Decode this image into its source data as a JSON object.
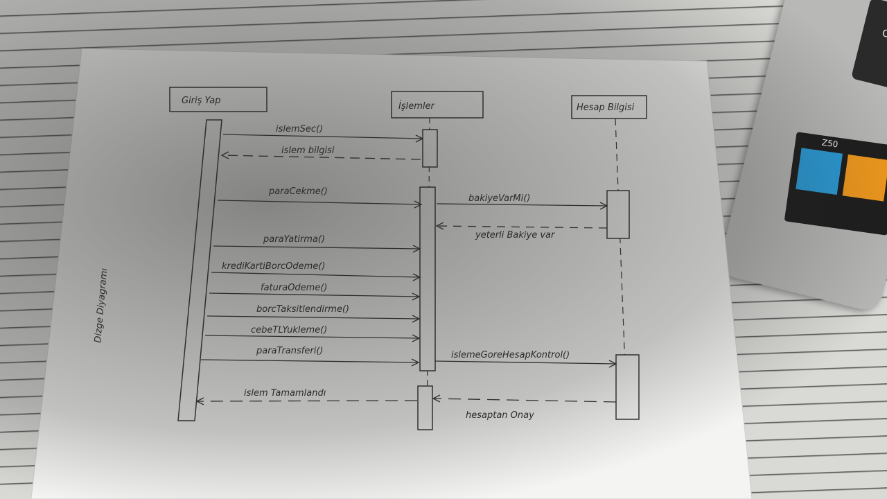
{
  "diagram": {
    "side_title": "Dizge Diyagramı",
    "lifelines": [
      {
        "id": "giris",
        "label": "Giriş Yap"
      },
      {
        "id": "islemler",
        "label": "İşlemler"
      },
      {
        "id": "hesap",
        "label": "Hesap Bilgisi"
      }
    ],
    "messages": [
      {
        "from": "giris",
        "to": "islemler",
        "label": "islemSec()",
        "style": "solid"
      },
      {
        "from": "islemler",
        "to": "giris",
        "label": "islem bilgisi",
        "style": "dashed"
      },
      {
        "from": "giris",
        "to": "islemler",
        "label": "paraCekme()",
        "style": "solid"
      },
      {
        "from": "islemler",
        "to": "hesap",
        "label": "bakiyeVarMi()",
        "style": "solid"
      },
      {
        "from": "hesap",
        "to": "islemler",
        "label": "yeterli Bakiye var",
        "style": "dashed"
      },
      {
        "from": "giris",
        "to": "islemler",
        "label": "paraYatirma()",
        "style": "solid"
      },
      {
        "from": "giris",
        "to": "islemler",
        "label": "krediKartiBorcOdeme()",
        "style": "solid"
      },
      {
        "from": "giris",
        "to": "islemler",
        "label": "faturaOdeme()",
        "style": "solid"
      },
      {
        "from": "giris",
        "to": "islemler",
        "label": "borcTaksitlendirme()",
        "style": "solid"
      },
      {
        "from": "giris",
        "to": "islemler",
        "label": "cebeTLYukleme()",
        "style": "solid"
      },
      {
        "from": "giris",
        "to": "islemler",
        "label": "paraTransferi()",
        "style": "solid"
      },
      {
        "from": "islemler",
        "to": "hesap",
        "label": "islemeGoreHesapKontrol()",
        "style": "solid"
      },
      {
        "from": "islemler",
        "to": "giris",
        "label": "islem Tamamlandı",
        "style": "dashed"
      },
      {
        "from": "hesap",
        "to": "islemler",
        "label": "hesaptan Onay",
        "style": "dashed"
      }
    ]
  },
  "device": {
    "model_label": "Z50",
    "key_label": "Ctrl"
  }
}
